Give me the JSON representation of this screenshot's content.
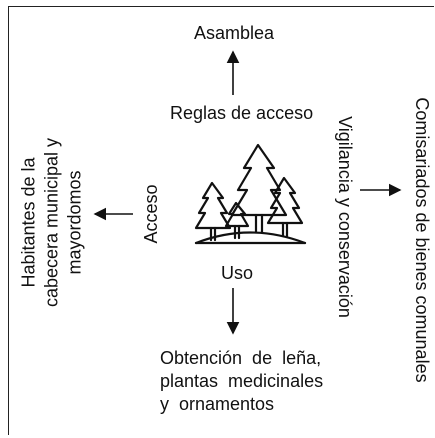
{
  "nodes": {
    "top": "Asamblea",
    "top_edge": "Reglas de acceso",
    "right_edge": "Vigilancia y conservación",
    "right": "Comisariados de bienes comunales",
    "left_edge": "Acceso",
    "left": [
      "Habitantes de la",
      "cabecera municipal y",
      "mayordomos"
    ],
    "bottom_edge": "Uso",
    "bottom": [
      "Obtención  de  leña,",
      "plantas  medicinales",
      "y  ornamentos"
    ]
  },
  "center_icon": "forest-trees-icon",
  "colors": {
    "ink": "#111111",
    "frame": "#222222"
  }
}
